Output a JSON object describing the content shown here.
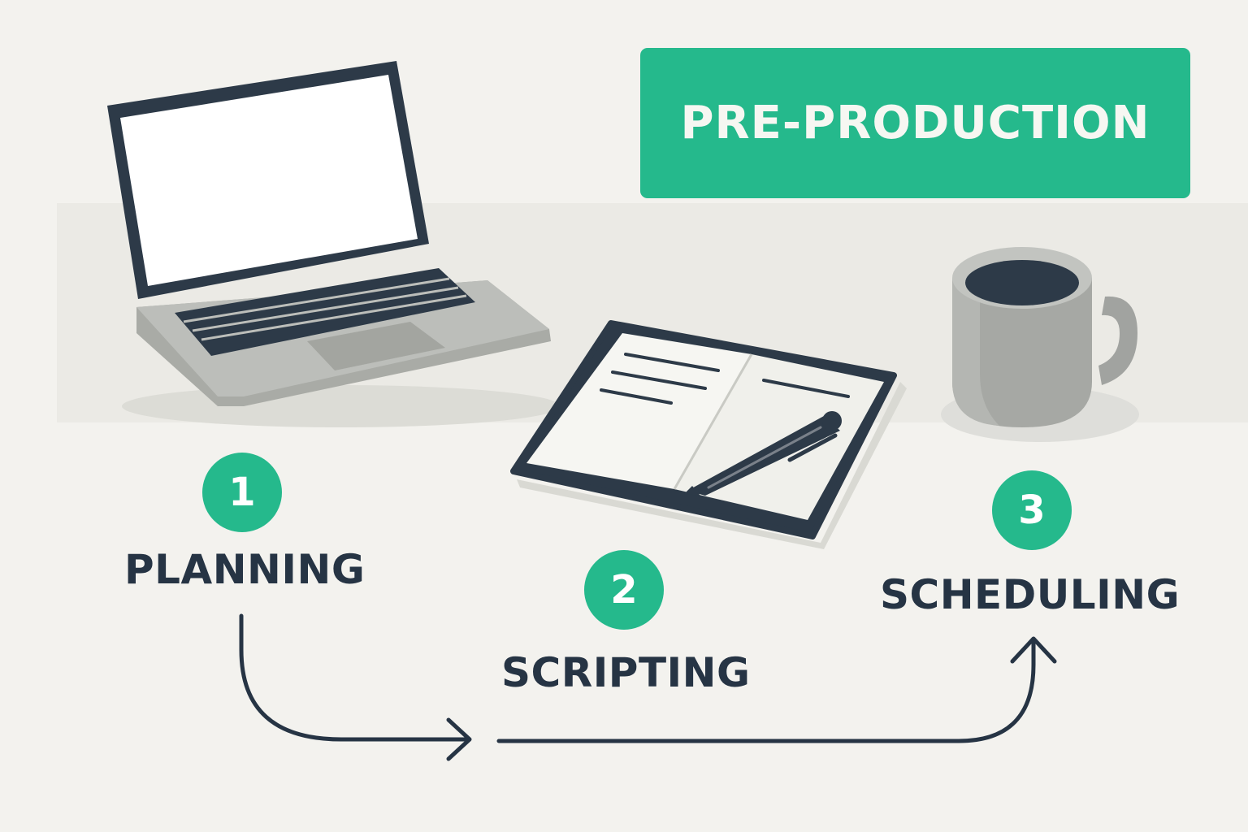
{
  "banner": {
    "title": "PRE-PRODUCTION"
  },
  "steps": [
    {
      "number": "1",
      "label": "PLANNING",
      "icon": "laptop-icon"
    },
    {
      "number": "2",
      "label": "SCRIPTING",
      "icon": "notebook-pen-icon"
    },
    {
      "number": "3",
      "label": "SCHEDULING",
      "icon": "coffee-mug-icon"
    }
  ],
  "colors": {
    "accent": "#25b98c",
    "ink": "#263444",
    "background": "#f3f2ee",
    "device_gray": "#b7b9b4"
  }
}
